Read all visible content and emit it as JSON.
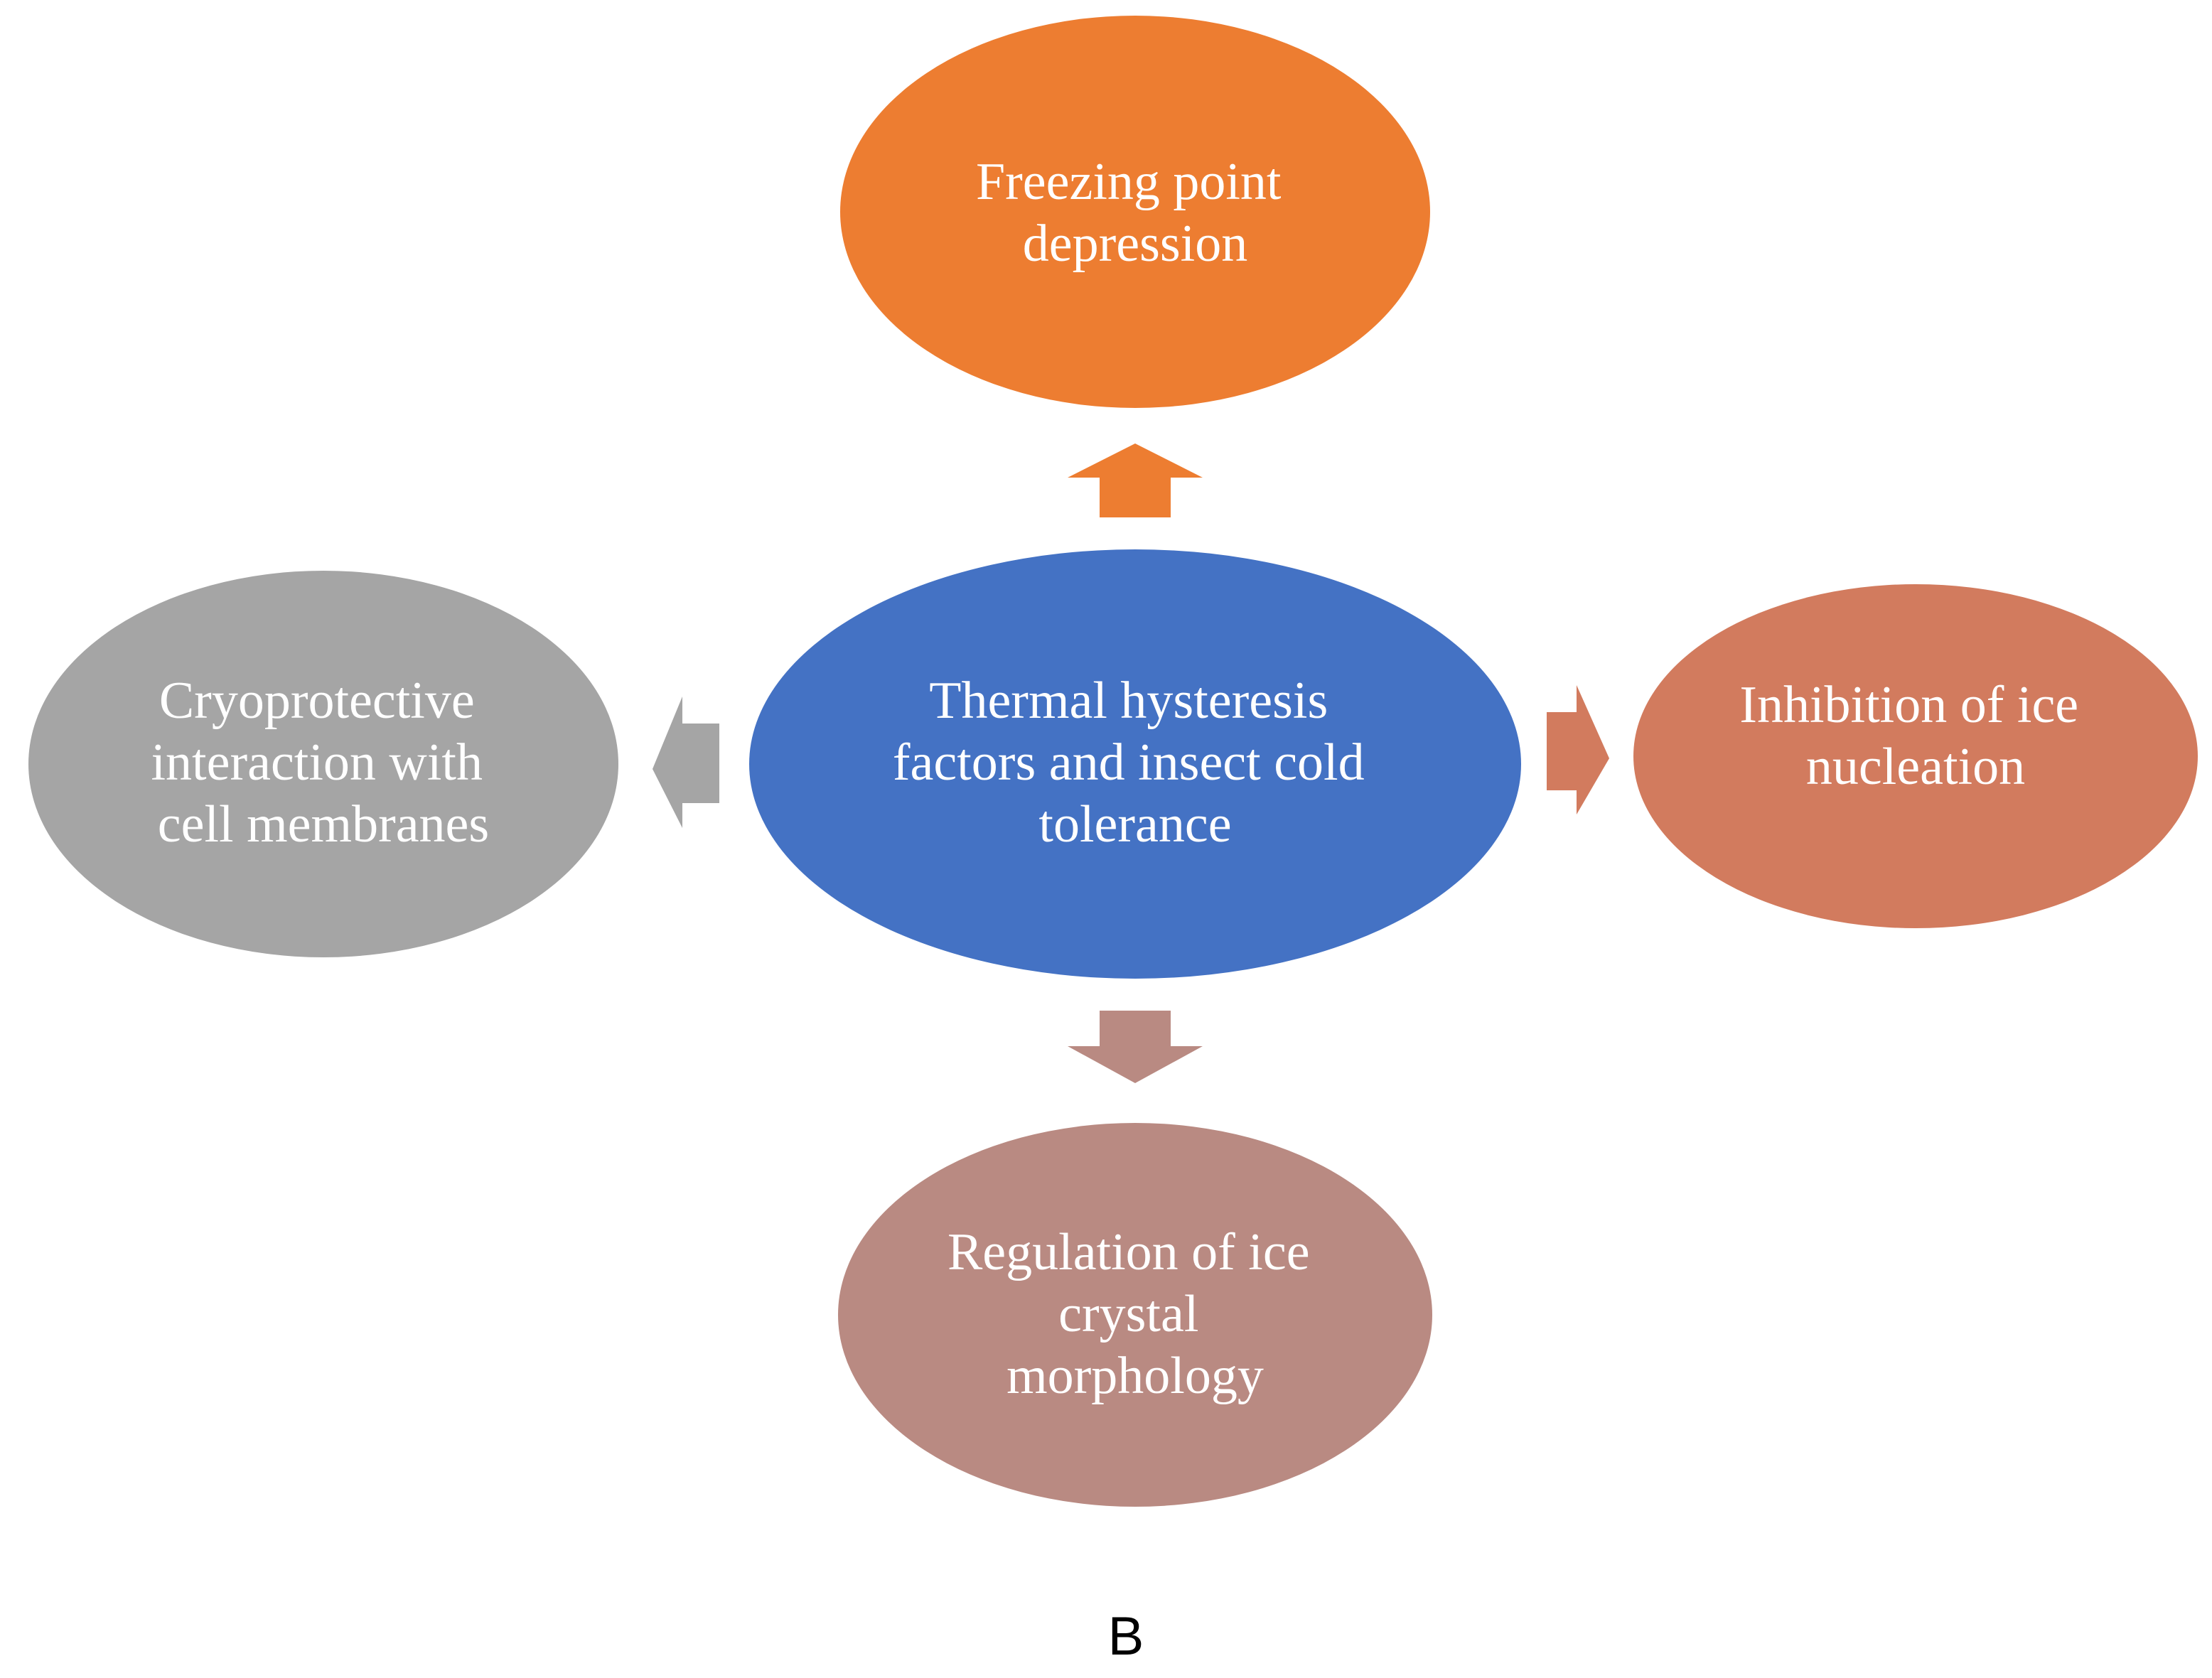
{
  "diagram": {
    "center": {
      "lines": [
        "Thermal hysteresis",
        "factors and insect cold",
        "tolerance"
      ],
      "color": "#4472C4"
    },
    "top": {
      "lines": [
        "Freezing point",
        "depression"
      ],
      "color": "#ED7D31"
    },
    "right": {
      "lines": [
        "Inhibition of ice",
        "nucleation"
      ],
      "color": "#D27B5E"
    },
    "bottom": {
      "lines": [
        "Regulation of ice",
        "crystal",
        "morphology"
      ],
      "color": "#B98A82"
    },
    "left": {
      "lines": [
        "Cryoprotective",
        "interaction with",
        "cell membranes"
      ],
      "color": "#A5A5A5"
    },
    "panel_label": "B"
  }
}
